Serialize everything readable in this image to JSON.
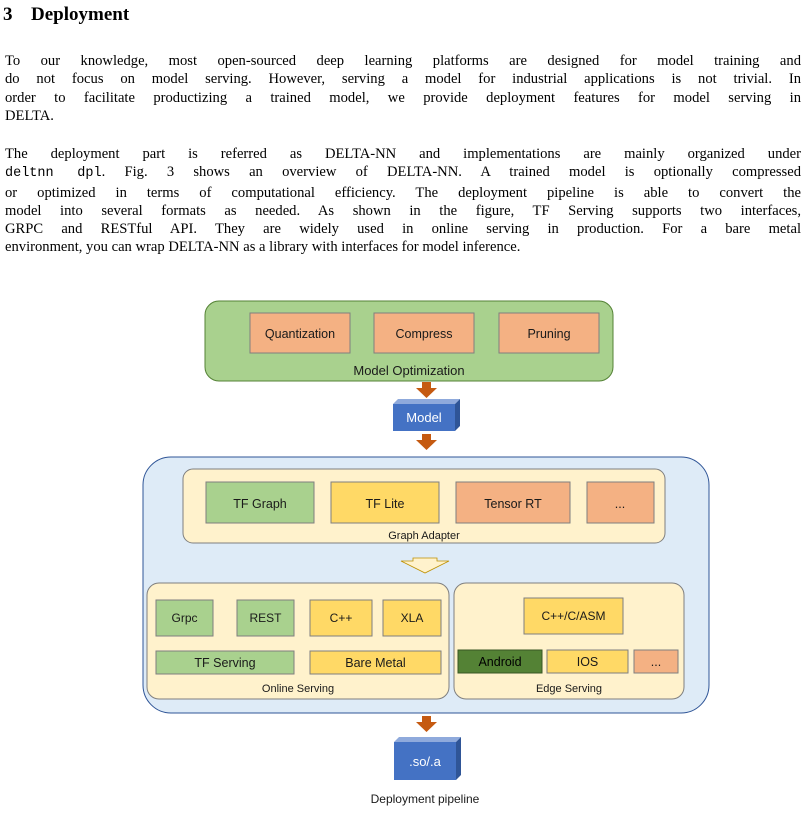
{
  "section": {
    "number": "3",
    "title": "Deployment"
  },
  "para1": {
    "lines": [
      "To our knowledge, most open-sourced deep learning platforms are designed for model training and",
      "do not focus on model serving. However, serving a model for industrial applications is not trivial. In",
      "order to facilitate productizing a trained model, we provide deployment features for model serving in",
      "DELTA."
    ]
  },
  "para2": {
    "line1": "The deployment part is referred as DELTA-NN and implementations are mainly organized under",
    "line2_code": "deltnn dpl",
    "line2_rest": ". Fig. 3 shows an overview of DELTA-NN. A trained model is optionally compressed",
    "lines_rest": [
      "or optimized in terms of computational efficiency. The deployment pipeline is able to convert the",
      "model into several formats as needed. As shown in the figure, TF Serving supports two interfaces,",
      "GRPC and RESTful API. They are widely used in online serving in production. For a bare metal",
      "environment, you can wrap DELTA-NN as a library with interfaces for model inference."
    ]
  },
  "figure": {
    "optimization": {
      "title": "Model Optimization",
      "items": [
        "Quantization",
        "Compress",
        "Pruning"
      ]
    },
    "model_label": "Model",
    "graph_adapter": {
      "title": "Graph Adapter",
      "items": [
        "TF Graph",
        "TF Lite",
        "Tensor RT",
        "..."
      ]
    },
    "online": {
      "title": "Online Serving",
      "items": [
        "Grpc",
        "REST",
        "C++",
        "XLA"
      ],
      "tf_serving": "TF Serving",
      "bare_metal": "Bare Metal"
    },
    "edge": {
      "title": "Edge Serving",
      "cpp": "C++/C/ASM",
      "items": [
        "Android",
        "IOS",
        "..."
      ]
    },
    "output_label": ".so/.a",
    "caption": "Deployment pipeline",
    "colors": {
      "green": "#a9d18e",
      "orange": "#f4b183",
      "yellow": "#ffd966",
      "cream": "#fff2cc",
      "blue_bg": "#deebf7",
      "cube": "#4472c4",
      "arrow": "#c55a11",
      "dark_green": "#548235"
    }
  }
}
